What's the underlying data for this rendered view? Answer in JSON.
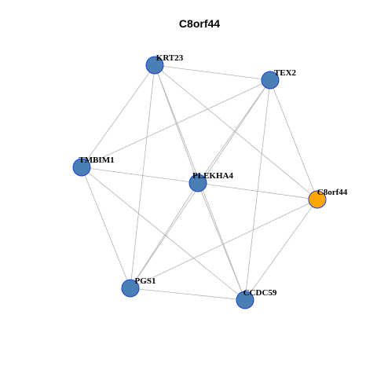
{
  "title": "C8orf44",
  "colors": {
    "node_default": "#4a7fb5",
    "node_highlight": "#ffa500",
    "node_border": "#1a3fd6",
    "edge": "#b3b3b3"
  },
  "nodes": [
    {
      "id": "KRT23",
      "label": "KRT23",
      "highlight": false
    },
    {
      "id": "TEX2",
      "label": "TEX2",
      "highlight": false
    },
    {
      "id": "TMBIM1",
      "label": "TMBIM1",
      "highlight": false
    },
    {
      "id": "PLEKHA4",
      "label": "PLEKHA4",
      "highlight": false
    },
    {
      "id": "C8orf44",
      "label": "C8orf44",
      "highlight": true
    },
    {
      "id": "PGS1",
      "label": "PGS1",
      "highlight": false
    },
    {
      "id": "CCDC59",
      "label": "CCDC59",
      "highlight": false
    }
  ],
  "edges": [
    [
      "KRT23",
      "TEX2"
    ],
    [
      "KRT23",
      "TMBIM1"
    ],
    [
      "KRT23",
      "PLEKHA4"
    ],
    [
      "KRT23",
      "C8orf44"
    ],
    [
      "KRT23",
      "PGS1"
    ],
    [
      "KRT23",
      "CCDC59"
    ],
    [
      "TEX2",
      "TMBIM1"
    ],
    [
      "TEX2",
      "PLEKHA4"
    ],
    [
      "TEX2",
      "C8orf44"
    ],
    [
      "TEX2",
      "PGS1"
    ],
    [
      "TEX2",
      "CCDC59"
    ],
    [
      "TMBIM1",
      "PLEKHA4"
    ],
    [
      "TMBIM1",
      "PGS1"
    ],
    [
      "TMBIM1",
      "CCDC59"
    ],
    [
      "PLEKHA4",
      "C8orf44"
    ],
    [
      "PLEKHA4",
      "PGS1"
    ],
    [
      "PLEKHA4",
      "CCDC59"
    ],
    [
      "C8orf44",
      "PGS1"
    ],
    [
      "C8orf44",
      "CCDC59"
    ],
    [
      "PGS1",
      "CCDC59"
    ]
  ]
}
